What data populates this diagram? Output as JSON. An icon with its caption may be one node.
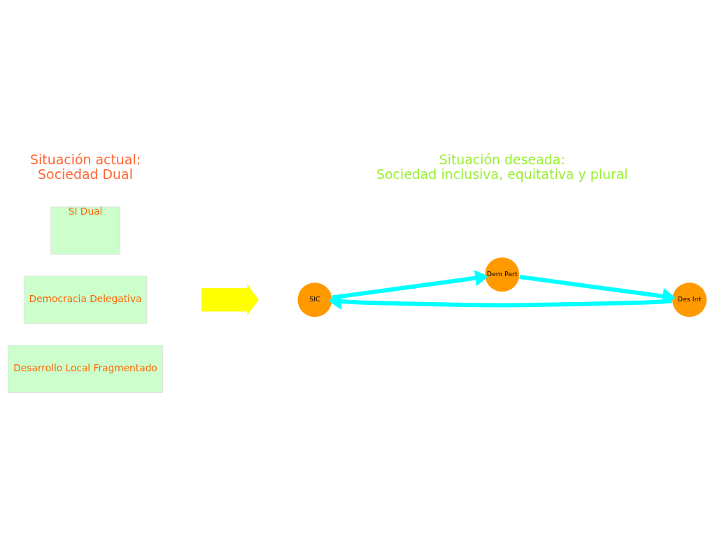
{
  "diagram": {
    "nodes": [
      {
        "text": [
          "SI Dual"
        ]
      },
      {
        "text": [
          "Democracia Delegativa"
        ]
      },
      {
        "text": [
          "Desarrollo Local Fragmentado"
        ]
      },
      {
        "text": [],
        "shape": "arrow"
      },
      {
        "text": [
          "SIC"
        ]
      },
      {
        "text": [
          "Dem Part"
        ]
      },
      {
        "text": [
          "Des Int"
        ]
      }
    ],
    "edges": [
      {
        "from": 4,
        "to": 5,
        "arrow": "to"
      },
      {
        "from": 5,
        "to": 6,
        "arrow": "to"
      },
      {
        "from": 6,
        "to": 4,
        "arrow": "to"
      }
    ],
    "labels": [
      "Situación actual: Sociedad Dual",
      "Situación deseada: Sociedad inclusiva, equitativa y plural"
    ]
  }
}
